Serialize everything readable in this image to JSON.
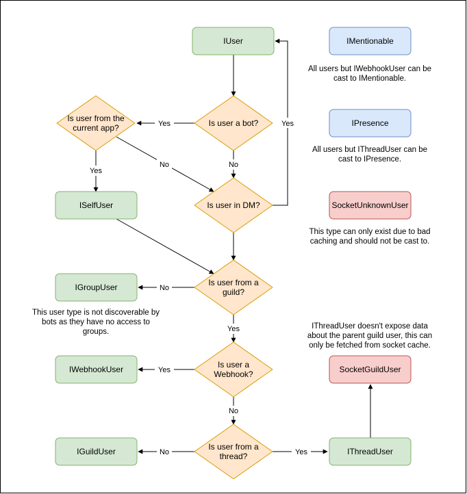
{
  "nodes": {
    "iuser": "IUser",
    "imentionable": "IMentionable",
    "ipresence": "IPresence",
    "socket_unknown_user": "SocketUnknownUser",
    "iselfuser": "ISelfUser",
    "igroupuser": "IGroupUser",
    "iwebhookuser": "IWebhookUser",
    "iguilduser": "IGuildUser",
    "ithreaduser": "IThreadUser",
    "socket_guild_user": "SocketGuildUser"
  },
  "decisions": {
    "is_bot": [
      "Is user a bot?"
    ],
    "is_current_app": [
      "Is user from the",
      "current app?"
    ],
    "is_dm": [
      "Is user in DM?"
    ],
    "is_guild": [
      "Is user from a",
      "guild?"
    ],
    "is_webhook": [
      "Is user a",
      "Webhook?"
    ],
    "is_thread": [
      "Is user from a",
      "thread?"
    ]
  },
  "notes": {
    "imentionable": [
      "All users but IWebhookUser can be",
      "cast to IMentionable."
    ],
    "ipresence": [
      "All users but IThreadUser can be",
      "cast to IPresence."
    ],
    "socket_unknown": [
      "This type can only exist due to bad",
      "caching and should not be cast to."
    ],
    "igroupuser": [
      "This user type is not discoverable by",
      "bots as they have no access to",
      "groups."
    ],
    "ithreaduser": [
      "IThreadUser doesn't expose data",
      "about the parent guild user, this can",
      "only be fetched from socket cache."
    ]
  },
  "edge_labels": {
    "bot_yes": "Yes",
    "bot_no": "No",
    "app_yes": "Yes",
    "app_no": "No",
    "dm_yes": "Yes",
    "guild_no": "No",
    "guild_yes": "Yes",
    "webhook_yes": "Yes",
    "webhook_no": "No",
    "thread_no": "No",
    "thread_yes": "Yes"
  },
  "colors": {
    "green_fill": "#d5e8d4",
    "green_stroke": "#82b366",
    "blue_fill": "#dae8fc",
    "blue_stroke": "#6c8ebf",
    "red_fill": "#f8cecc",
    "red_stroke": "#b85450",
    "orange_fill": "#ffe6cc",
    "orange_stroke": "#d79b00"
  }
}
